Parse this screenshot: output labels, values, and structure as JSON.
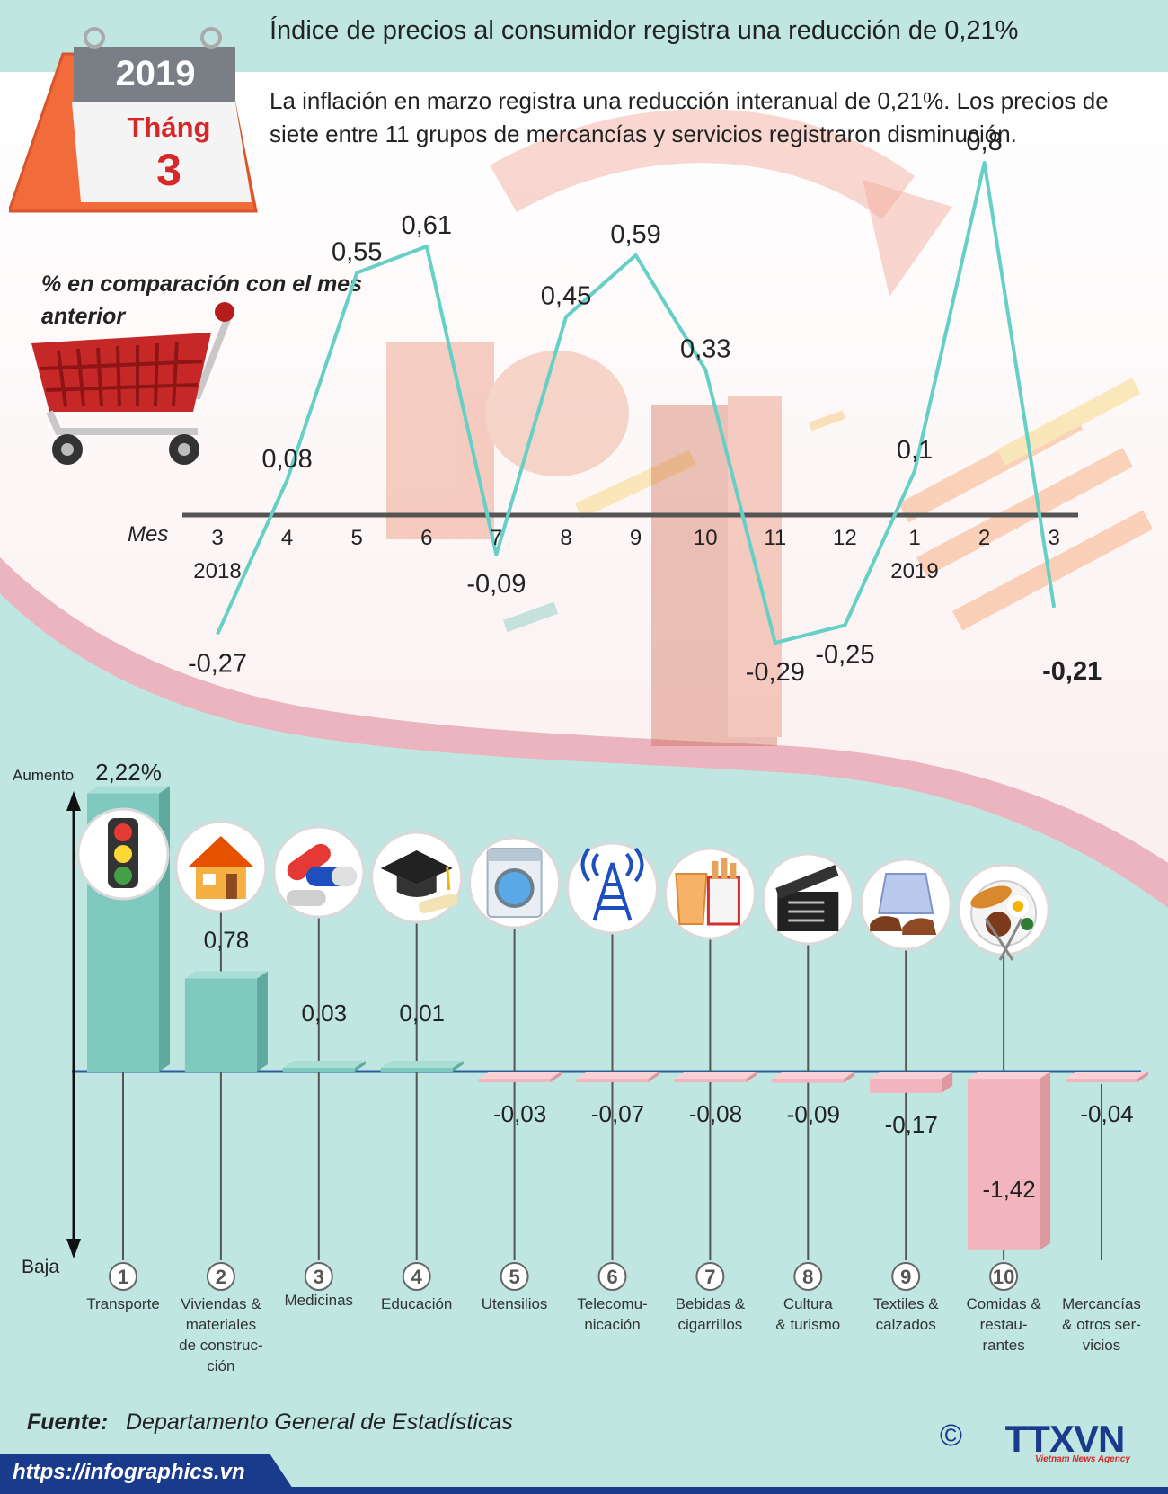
{
  "header": {
    "title": "Índice de precios al consumidor registra una reducción de 0,21%",
    "lead": "La inflación en marzo registra una reducción interanual de 0,21%. Los precios de siete entre 11 grupos de mercancías y servicios registraron disminución."
  },
  "calendar": {
    "year": "2019",
    "month_label": "Tháng",
    "month": "3"
  },
  "line_caption": "% en comparación con el mes anterior",
  "source": {
    "label": "Fuente:",
    "text": "Departamento General de Estadísticas"
  },
  "footer": {
    "url": "https://infographics.vn",
    "copyright": "©",
    "logo": "TTXVN",
    "logo_sub": "Vietnam News Agency"
  },
  "colors": {
    "line": "#66cfc6",
    "positive": "#7fc9bf",
    "negative": "#f2b5bd",
    "highlight": "#d62828",
    "baseline": "#555555",
    "navy": "#1a3a8c"
  },
  "chart_data": [
    {
      "type": "line",
      "axis_label": "Mes",
      "x": [
        "3",
        "4",
        "5",
        "6",
        "7",
        "8",
        "9",
        "10",
        "11",
        "12",
        "1",
        "2",
        "3"
      ],
      "year_labels": [
        {
          "index": 0,
          "text": "2018"
        },
        {
          "index": 10,
          "text": "2019"
        }
      ],
      "series": [
        {
          "values": [
            -0.27,
            0.08,
            0.55,
            0.61,
            -0.09,
            0.45,
            0.59,
            0.33,
            -0.29,
            -0.25,
            0.1,
            0.8,
            -0.21
          ],
          "labels": [
            "-0,27",
            "0,08",
            "0,55",
            "0,61",
            "-0,09",
            "0,45",
            "0,59",
            "0,33",
            "-0,29",
            "-0,25",
            "0,1",
            "0,8",
            "-0,21"
          ]
        }
      ],
      "highlight_index": 12
    },
    {
      "type": "bar",
      "axis_top": "Aumento",
      "axis_bottom": "Baja",
      "categories": [
        "Transporte",
        "Viviendas & materiales de construcción",
        "Medicinas",
        "Educación",
        "Utensilios",
        "Telecomunicación",
        "Bebidas & cigarrillos",
        "Cultura & turismo",
        "Textiles & calzados",
        "Comidas & restaurantes",
        "Mercancías & otros servicios"
      ],
      "category_lines": [
        [
          "Transporte"
        ],
        [
          "Viviendas &",
          "materiales",
          "de construc-",
          "ción"
        ],
        [
          "Medicinas"
        ],
        [
          "Educación"
        ],
        [
          "Utensilios"
        ],
        [
          "Telecomu-",
          "nicación"
        ],
        [
          "Bebidas &",
          "cigarrillos"
        ],
        [
          "Cultura",
          "& turismo"
        ],
        [
          "Textiles &",
          "calzados"
        ],
        [
          "Comidas &",
          "restau-",
          "rantes"
        ],
        [
          "Mercancías",
          "& otros ser-",
          "vicios"
        ]
      ],
      "numbers": [
        "1",
        "2",
        "3",
        "4",
        "5",
        "6",
        "7",
        "8",
        "9",
        "10",
        ""
      ],
      "values": [
        2.22,
        0.78,
        0.03,
        0.01,
        -0.03,
        -0.07,
        -0.08,
        -0.09,
        -0.17,
        -1.42,
        -0.04
      ],
      "labels": [
        "2,22%",
        "0,78",
        "0,03",
        "0,01",
        "-0,03",
        "-0,07",
        "-0,08",
        "-0,09",
        "-0,17",
        "-1,42",
        "-0,04"
      ],
      "icons": [
        "traffic-light-icon",
        "house-icon",
        "pills-icon",
        "graduation-cap-icon",
        "washing-machine-icon",
        "antenna-tower-icon",
        "drink-cigarettes-icon",
        "clapperboard-icon",
        "shirt-shoes-icon",
        "food-plate-icon",
        ""
      ]
    }
  ]
}
